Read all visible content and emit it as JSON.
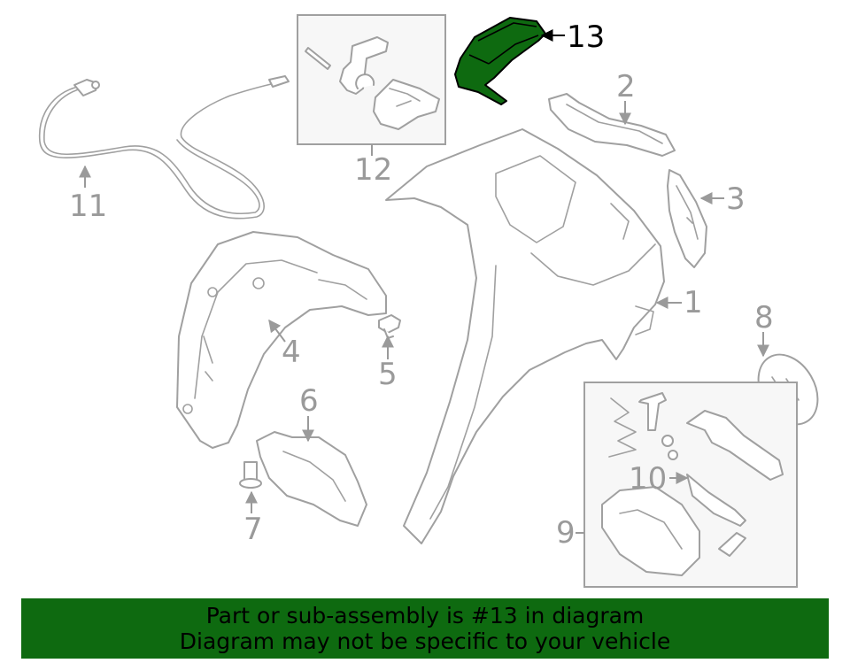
{
  "diagram": {
    "highlight_color": "#0e6a10",
    "line_color": "#a0a0a0",
    "highlighted_part": "13",
    "callouts": {
      "c1": "1",
      "c2": "2",
      "c3": "3",
      "c4": "4",
      "c5": "5",
      "c6": "6",
      "c7": "7",
      "c8": "8",
      "c9": "9",
      "c10": "10",
      "c11": "11",
      "c12": "12",
      "c13": "13"
    }
  },
  "banner": {
    "line1": "Part or sub-assembly is #13 in diagram",
    "line2": "Diagram may not be specific to your vehicle"
  }
}
